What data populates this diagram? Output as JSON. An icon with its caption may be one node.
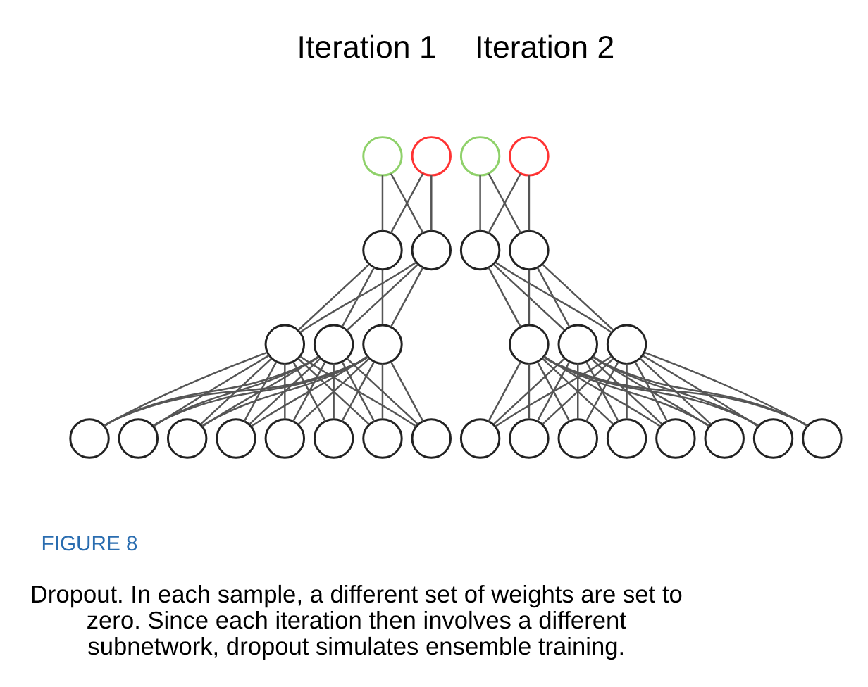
{
  "diagram": {
    "caption": "Dropout. In each sample, a different set of weights are set to zero. Since each iteration then involves a different subnetwork, dropout simulates ensemble training.",
    "nodes": [
      {
        "text": [],
        "shape": "circle"
      },
      {
        "text": [],
        "shape": "circle"
      },
      {
        "text": [],
        "shape": "circle"
      },
      {
        "text": [],
        "shape": "circle"
      },
      {
        "text": [],
        "shape": "circle"
      },
      {
        "text": [],
        "shape": "circle"
      },
      {
        "text": [],
        "shape": "circle"
      },
      {
        "text": [],
        "shape": "circle"
      },
      {
        "text": [],
        "shape": "circle"
      },
      {
        "text": [],
        "shape": "circle"
      },
      {
        "text": [],
        "shape": "circle"
      },
      {
        "text": [],
        "shape": "circle"
      },
      {
        "text": [],
        "shape": "circle"
      },
      {
        "text": [],
        "shape": "circle"
      },
      {
        "text": [],
        "shape": "circle"
      },
      {
        "text": [],
        "shape": "circle"
      },
      {
        "text": [],
        "shape": "circle"
      },
      {
        "text": [],
        "shape": "circle"
      },
      {
        "text": [],
        "shape": "circle"
      },
      {
        "text": [],
        "shape": "circle"
      },
      {
        "text": [],
        "shape": "circle"
      },
      {
        "text": [],
        "shape": "circle"
      },
      {
        "text": [],
        "shape": "circle"
      },
      {
        "text": [],
        "shape": "circle"
      },
      {
        "text": [],
        "shape": "circle"
      },
      {
        "text": [],
        "shape": "circle"
      },
      {
        "text": [],
        "shape": "circle"
      },
      {
        "text": [],
        "shape": "circle"
      },
      {
        "text": [],
        "shape": "circle"
      },
      {
        "text": [],
        "shape": "circle"
      }
    ],
    "edges": [
      {
        "from": 0,
        "to": 2,
        "arrow": "none"
      },
      {
        "from": 0,
        "to": 3,
        "arrow": "none"
      },
      {
        "from": 1,
        "to": 2,
        "arrow": "none"
      },
      {
        "from": 1,
        "to": 3,
        "arrow": "none"
      },
      {
        "from": 2,
        "to": 4,
        "arrow": "none"
      },
      {
        "from": 2,
        "to": 5,
        "arrow": "none"
      },
      {
        "from": 2,
        "to": 6,
        "arrow": "none"
      },
      {
        "from": 3,
        "to": 4,
        "arrow": "none"
      },
      {
        "from": 3,
        "to": 5,
        "arrow": "none"
      },
      {
        "from": 3,
        "to": 6,
        "arrow": "none"
      },
      {
        "from": 4,
        "to": 7,
        "arrow": "none"
      },
      {
        "from": 4,
        "to": 8,
        "arrow": "none"
      },
      {
        "from": 4,
        "to": 9,
        "arrow": "none"
      },
      {
        "from": 4,
        "to": 10,
        "arrow": "none"
      },
      {
        "from": 4,
        "to": 11,
        "arrow": "none"
      },
      {
        "from": 4,
        "to": 12,
        "arrow": "none"
      },
      {
        "from": 4,
        "to": 13,
        "arrow": "none"
      },
      {
        "from": 4,
        "to": 14,
        "arrow": "none"
      },
      {
        "from": 5,
        "to": 7,
        "arrow": "none"
      },
      {
        "from": 5,
        "to": 8,
        "arrow": "none"
      },
      {
        "from": 5,
        "to": 9,
        "arrow": "none"
      },
      {
        "from": 5,
        "to": 10,
        "arrow": "none"
      },
      {
        "from": 5,
        "to": 11,
        "arrow": "none"
      },
      {
        "from": 5,
        "to": 12,
        "arrow": "none"
      },
      {
        "from": 5,
        "to": 13,
        "arrow": "none"
      },
      {
        "from": 5,
        "to": 14,
        "arrow": "none"
      },
      {
        "from": 6,
        "to": 7,
        "arrow": "none"
      },
      {
        "from": 6,
        "to": 8,
        "arrow": "none"
      },
      {
        "from": 6,
        "to": 9,
        "arrow": "none"
      },
      {
        "from": 6,
        "to": 10,
        "arrow": "none"
      },
      {
        "from": 6,
        "to": 11,
        "arrow": "none"
      },
      {
        "from": 6,
        "to": 12,
        "arrow": "none"
      },
      {
        "from": 6,
        "to": 13,
        "arrow": "none"
      },
      {
        "from": 6,
        "to": 14,
        "arrow": "none"
      },
      {
        "from": 15,
        "to": 17,
        "arrow": "none"
      },
      {
        "from": 15,
        "to": 18,
        "arrow": "none"
      },
      {
        "from": 16,
        "to": 17,
        "arrow": "none"
      },
      {
        "from": 16,
        "to": 18,
        "arrow": "none"
      },
      {
        "from": 17,
        "to": 19,
        "arrow": "none"
      },
      {
        "from": 17,
        "to": 20,
        "arrow": "none"
      },
      {
        "from": 17,
        "to": 21,
        "arrow": "none"
      },
      {
        "from": 18,
        "to": 19,
        "arrow": "none"
      },
      {
        "from": 18,
        "to": 20,
        "arrow": "none"
      },
      {
        "from": 18,
        "to": 21,
        "arrow": "none"
      },
      {
        "from": 19,
        "to": 22,
        "arrow": "none"
      },
      {
        "from": 19,
        "to": 23,
        "arrow": "none"
      },
      {
        "from": 19,
        "to": 24,
        "arrow": "none"
      },
      {
        "from": 19,
        "to": 25,
        "arrow": "none"
      },
      {
        "from": 19,
        "to": 26,
        "arrow": "none"
      },
      {
        "from": 19,
        "to": 27,
        "arrow": "none"
      },
      {
        "from": 19,
        "to": 28,
        "arrow": "none"
      },
      {
        "from": 19,
        "to": 29,
        "arrow": "none"
      },
      {
        "from": 20,
        "to": 22,
        "arrow": "none"
      },
      {
        "from": 20,
        "to": 23,
        "arrow": "none"
      },
      {
        "from": 20,
        "to": 24,
        "arrow": "none"
      },
      {
        "from": 20,
        "to": 25,
        "arrow": "none"
      },
      {
        "from": 20,
        "to": 26,
        "arrow": "none"
      },
      {
        "from": 20,
        "to": 27,
        "arrow": "none"
      },
      {
        "from": 20,
        "to": 28,
        "arrow": "none"
      },
      {
        "from": 20,
        "to": 29,
        "arrow": "none"
      },
      {
        "from": 21,
        "to": 22,
        "arrow": "none"
      },
      {
        "from": 21,
        "to": 23,
        "arrow": "none"
      },
      {
        "from": 21,
        "to": 24,
        "arrow": "none"
      },
      {
        "from": 21,
        "to": 25,
        "arrow": "none"
      },
      {
        "from": 21,
        "to": 26,
        "arrow": "none"
      },
      {
        "from": 21,
        "to": 27,
        "arrow": "none"
      },
      {
        "from": 21,
        "to": 28,
        "arrow": "none"
      },
      {
        "from": 21,
        "to": 29,
        "arrow": "none"
      }
    ],
    "labels": [
      "Iteration 1",
      "Iteration 2",
      "FIGURE 8"
    ]
  }
}
